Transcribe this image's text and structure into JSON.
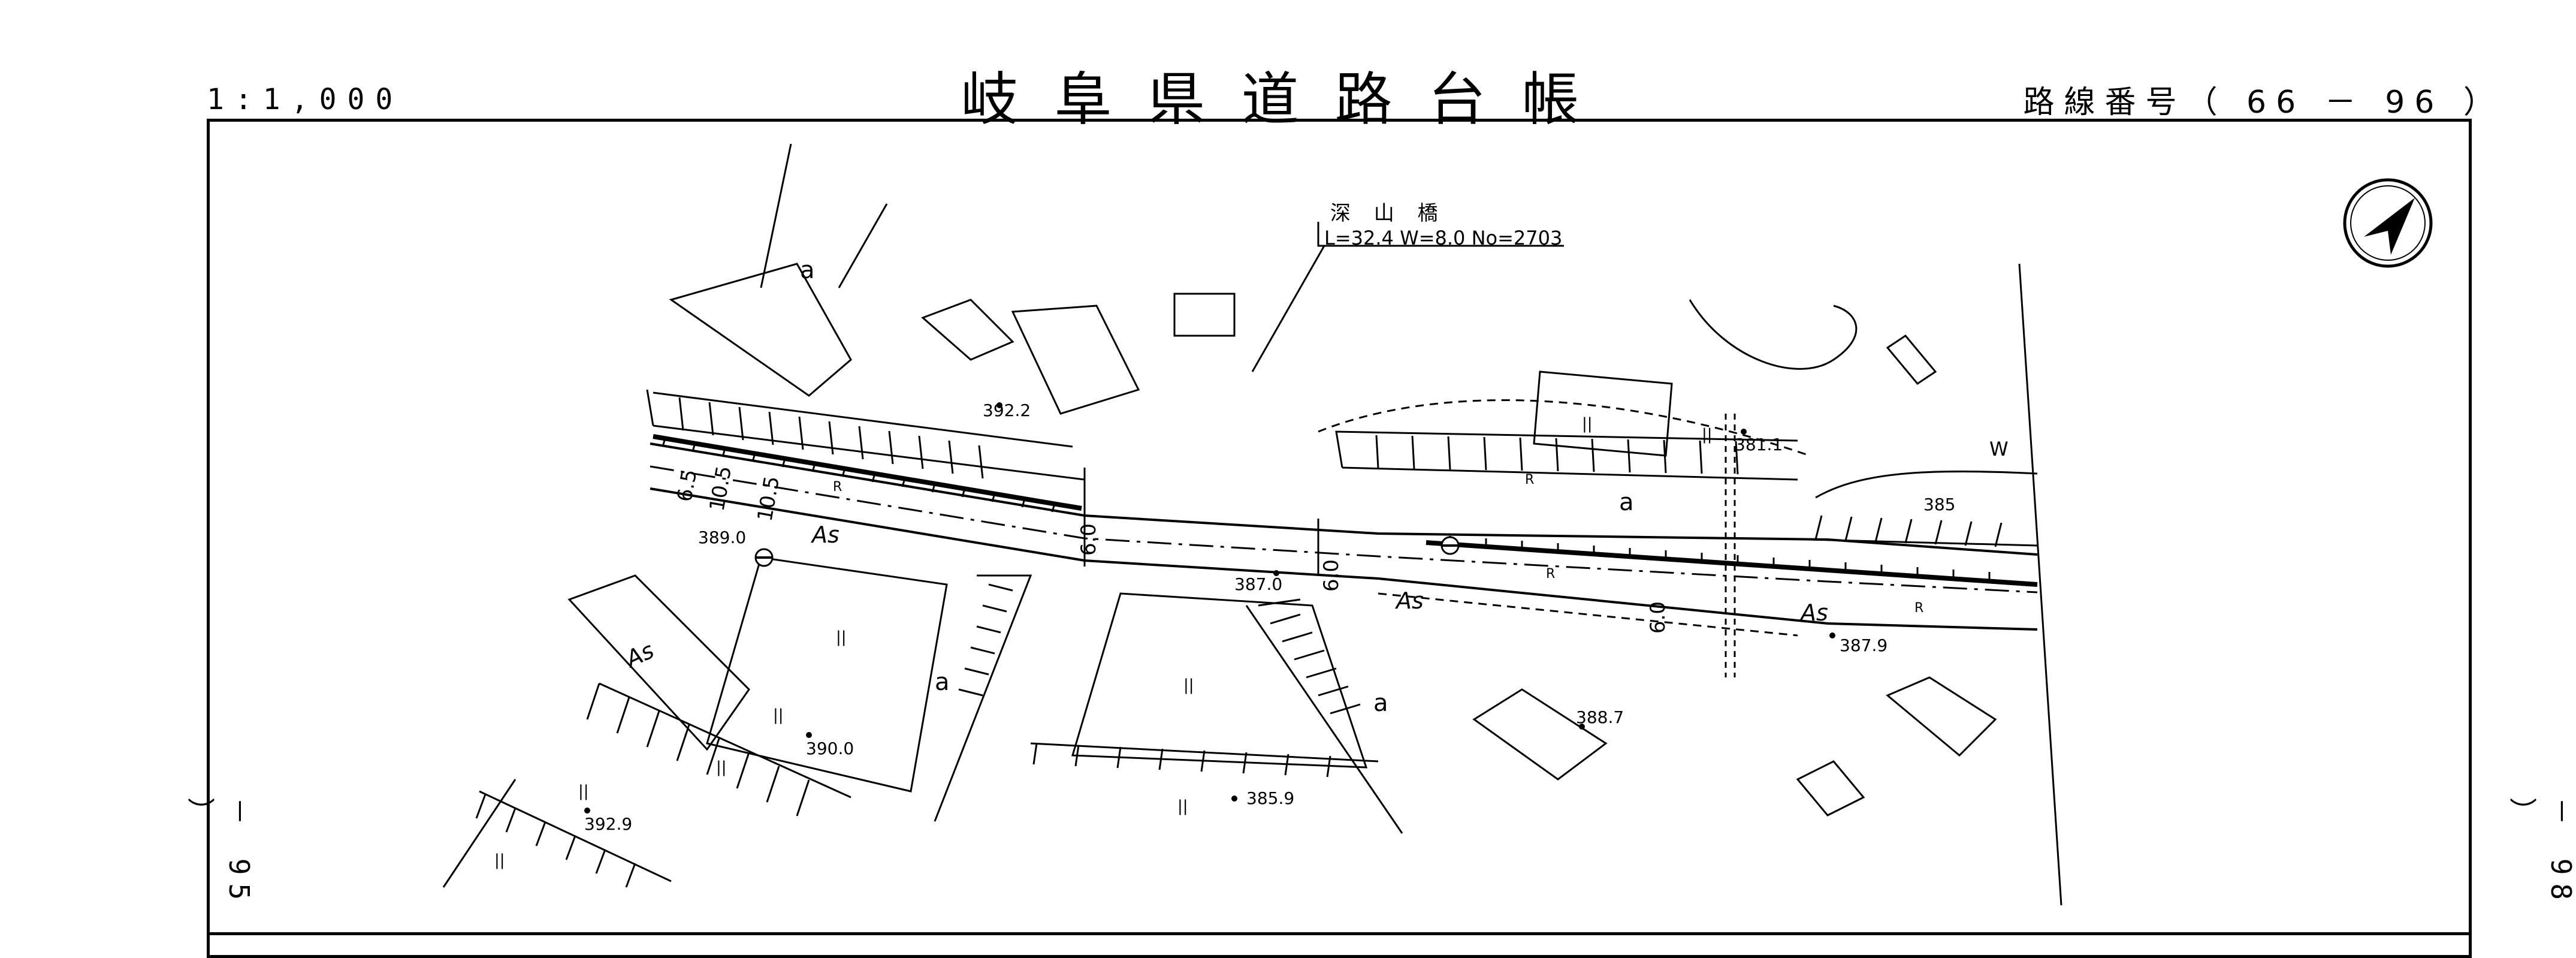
{
  "header": {
    "title": "岐阜県道路台帳",
    "scale": "1:1,000",
    "route_number": "路線番号（ 66 － 96 ）"
  },
  "adjacent_sheets": {
    "left": "－ 95 ）",
    "right": "－ 98 ）"
  },
  "bridge": {
    "name": "深 山 橋",
    "spec": "L=32.4  W=8.0  No=2703"
  },
  "map_labels": {
    "surface": "As",
    "land_a": "a",
    "field": "||",
    "width_6_0": "6.0",
    "width_6_5": "6.5",
    "width_10_5": "10.5",
    "spot_392_2": "392.2",
    "spot_389_0": "389.0",
    "spot_387_0": "387.0",
    "spot_381_1": "381.1",
    "spot_387_9": "387.9",
    "spot_388_7": "388.7",
    "spot_390_0": "390.0",
    "spot_385_9": "385.9",
    "spot_392_9": "392.9",
    "contour_385": "385",
    "mark_R": "R",
    "mark_W": "W"
  },
  "icons": {
    "north": "north-arrow-icon"
  }
}
